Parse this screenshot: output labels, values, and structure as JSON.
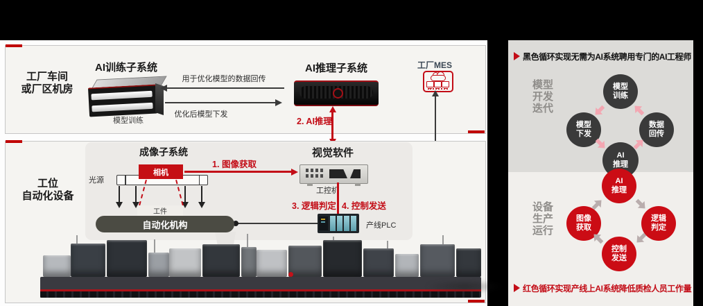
{
  "left": {
    "top_box": {
      "side_label": "工厂车间\n或厂区机房",
      "training_title": "AI训练子系统",
      "training_caption": "模型训练",
      "backhaul_label": "用于优化模型的数据回传",
      "deploy_label": "优化后模型下发",
      "inference_title": "AI推理子系统",
      "step2_label": "2. AI推理",
      "mes_label": "工厂MES"
    },
    "bottom_box": {
      "side_label": "工位\n自动化设备",
      "imaging_title": "成像子系统",
      "camera_label": "相机",
      "light_label": "光源",
      "workpiece_label": "工件",
      "mechanism_label": "自动化机构",
      "vision_title": "视觉软件",
      "ipc_label": "工控机",
      "plc_label": "产线PLC",
      "step1_label": "1. 图像获取",
      "step3_label": "3. 逻辑判定",
      "step4_label": "4. 控制发送"
    }
  },
  "right": {
    "top_note": "黑色循环实现无需为AI系统聘用专门的AI工程师",
    "bottom_note": "红色循环实现产线上AI系统降低质检人员工作量",
    "model_loop": {
      "label": "模型\n开发\n迭代",
      "circles": [
        {
          "label": "模型\n训练"
        },
        {
          "label": "数据\n回传"
        },
        {
          "label": "AI\n推理"
        },
        {
          "label": "模型\n下发"
        }
      ]
    },
    "device_loop": {
      "label": "设备\n生产\n运行",
      "circles": [
        {
          "label": "AI\n推理"
        },
        {
          "label": "逻辑\n判定"
        },
        {
          "label": "控制\n发送"
        },
        {
          "label": "图像\n获取"
        }
      ]
    }
  },
  "colors": {
    "accent_red": "#c30d17",
    "circle_red": "#cb0c15",
    "circle_black": "#3a3a3a",
    "arrow_pink": "#f3a7b2",
    "arrow_taupe": "#b9adad",
    "panel_top_gray": "#dcdbd8",
    "panel_bottom_gray": "#f1efec"
  }
}
